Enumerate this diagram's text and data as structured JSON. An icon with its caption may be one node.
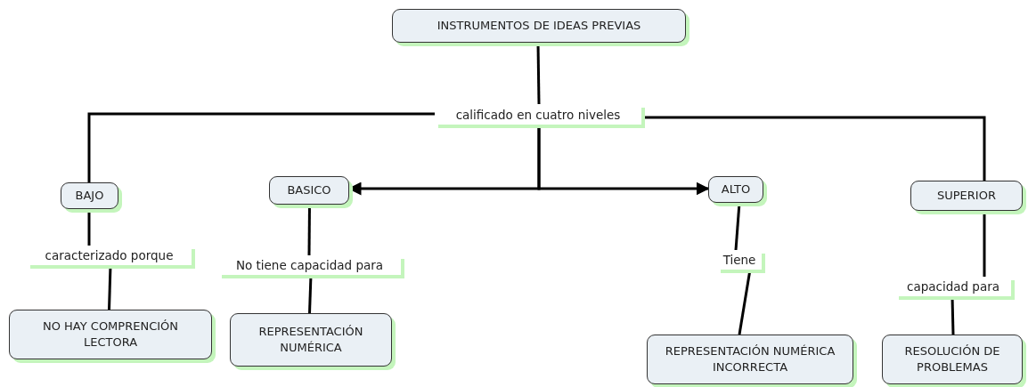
{
  "diagram": {
    "nodes": [
      {
        "text": [
          "INSTRUMENTOS DE IDEAS PREVIAS"
        ]
      },
      {
        "text": [
          "calificado en cuatro niveles"
        ]
      },
      {
        "text": [
          "BAJO"
        ]
      },
      {
        "text": [
          "BASICO"
        ]
      },
      {
        "text": [
          "ALTO"
        ]
      },
      {
        "text": [
          "SUPERIOR"
        ]
      },
      {
        "text": [
          "caracterizado porque"
        ]
      },
      {
        "text": [
          "No tiene capacidad para"
        ]
      },
      {
        "text": [
          "Tiene"
        ]
      },
      {
        "text": [
          "capacidad para"
        ]
      },
      {
        "text": [
          "NO HAY COMPRENCIÓN LECTORA"
        ]
      },
      {
        "text": [
          "REPRESENTACIÓN NUMÉRICA"
        ]
      },
      {
        "text": [
          "REPRESENTACIÓN NUMÉRICA INCORRECTA"
        ]
      },
      {
        "text": [
          "RESOLUCIÓN DE PROBLEMAS"
        ]
      }
    ],
    "edges": [
      {
        "from": 0,
        "to": 1,
        "arrow": "none"
      },
      {
        "from": 1,
        "to": 2,
        "arrow": "none"
      },
      {
        "from": 1,
        "to": 3,
        "arrow": "to"
      },
      {
        "from": 1,
        "to": 4,
        "arrow": "to"
      },
      {
        "from": 1,
        "to": 5,
        "arrow": "none"
      },
      {
        "from": 2,
        "to": 6,
        "arrow": "none"
      },
      {
        "from": 3,
        "to": 7,
        "arrow": "none"
      },
      {
        "from": 4,
        "to": 8,
        "arrow": "none"
      },
      {
        "from": 5,
        "to": 9,
        "arrow": "none"
      },
      {
        "from": 6,
        "to": 10,
        "arrow": "none"
      },
      {
        "from": 7,
        "to": 11,
        "arrow": "none"
      },
      {
        "from": 8,
        "to": 12,
        "arrow": "none"
      },
      {
        "from": 9,
        "to": 13,
        "arrow": "none"
      }
    ]
  }
}
